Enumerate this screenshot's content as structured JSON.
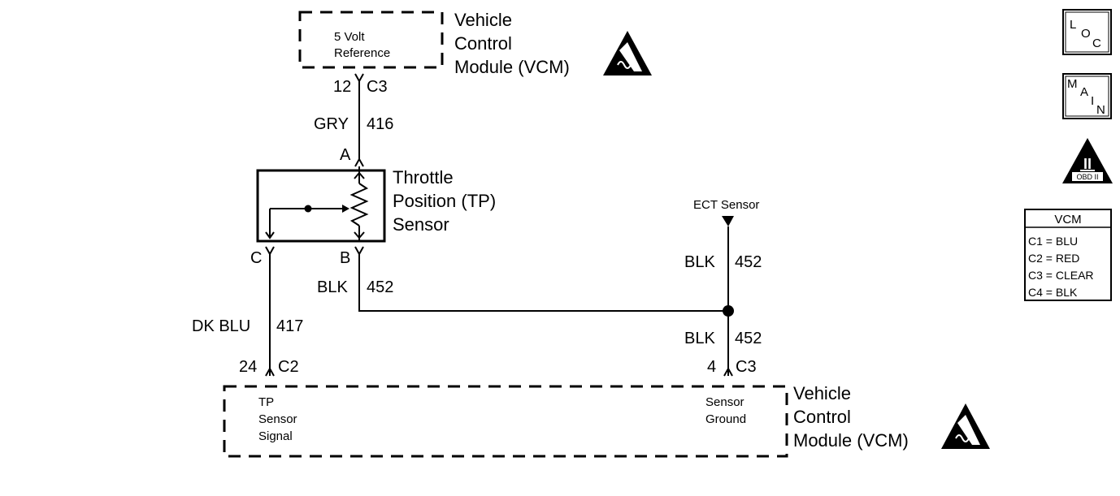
{
  "modules": {
    "top_vcm": {
      "title_lines": [
        "Vehicle",
        "Control",
        "Module (VCM)"
      ],
      "inner_lines": [
        "5 Volt",
        "Reference"
      ]
    },
    "bottom_vcm": {
      "title_lines": [
        "Vehicle",
        "Control",
        "Module (VCM)"
      ],
      "tp_signal_lines": [
        "TP",
        "Sensor",
        "Signal"
      ],
      "ground_lines": [
        "Sensor",
        "Ground"
      ]
    }
  },
  "tp_sensor": {
    "name_lines": [
      "Throttle",
      "Position (TP)",
      "Sensor"
    ],
    "pins": {
      "a": "A",
      "b": "B",
      "c": "C"
    }
  },
  "ect_sensor": {
    "label": "ECT Sensor"
  },
  "connectors": {
    "top_ref": {
      "pin": "12",
      "connector": "C3"
    },
    "signal": {
      "pin": "24",
      "connector": "C2"
    },
    "ground": {
      "pin": "4",
      "connector": "C3"
    }
  },
  "wires": {
    "ref": {
      "color": "GRY",
      "circuit": "416"
    },
    "signal": {
      "color": "DK BLU",
      "circuit": "417"
    },
    "ground_tp": {
      "color": "BLK",
      "circuit": "452"
    },
    "ground_ect": {
      "color": "BLK",
      "circuit": "452"
    },
    "ground_vcm": {
      "color": "BLK",
      "circuit": "452"
    }
  },
  "side_icons": {
    "loc": [
      "L",
      "O",
      "C"
    ],
    "main": [
      "M",
      "A",
      "I",
      "N"
    ],
    "obd": {
      "symbol": "II",
      "label": "OBD II"
    }
  },
  "vcm_legend": {
    "title": "VCM",
    "rows": [
      "C1 = BLU",
      "C2 = RED",
      "C3 = CLEAR",
      "C4 = BLK"
    ]
  }
}
